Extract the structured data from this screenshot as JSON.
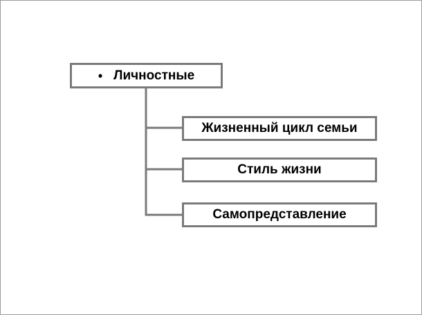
{
  "diagram": {
    "root": {
      "bullet": "•",
      "label": "Личностные"
    },
    "children": [
      {
        "label": "Жизненный цикл семьи"
      },
      {
        "label": "Стиль жизни"
      },
      {
        "label": "Самопредставление"
      }
    ],
    "colors": {
      "border": "#7a7a7a",
      "connector": "#7a7a7a",
      "background": "#ffffff",
      "text": "#000000"
    }
  }
}
